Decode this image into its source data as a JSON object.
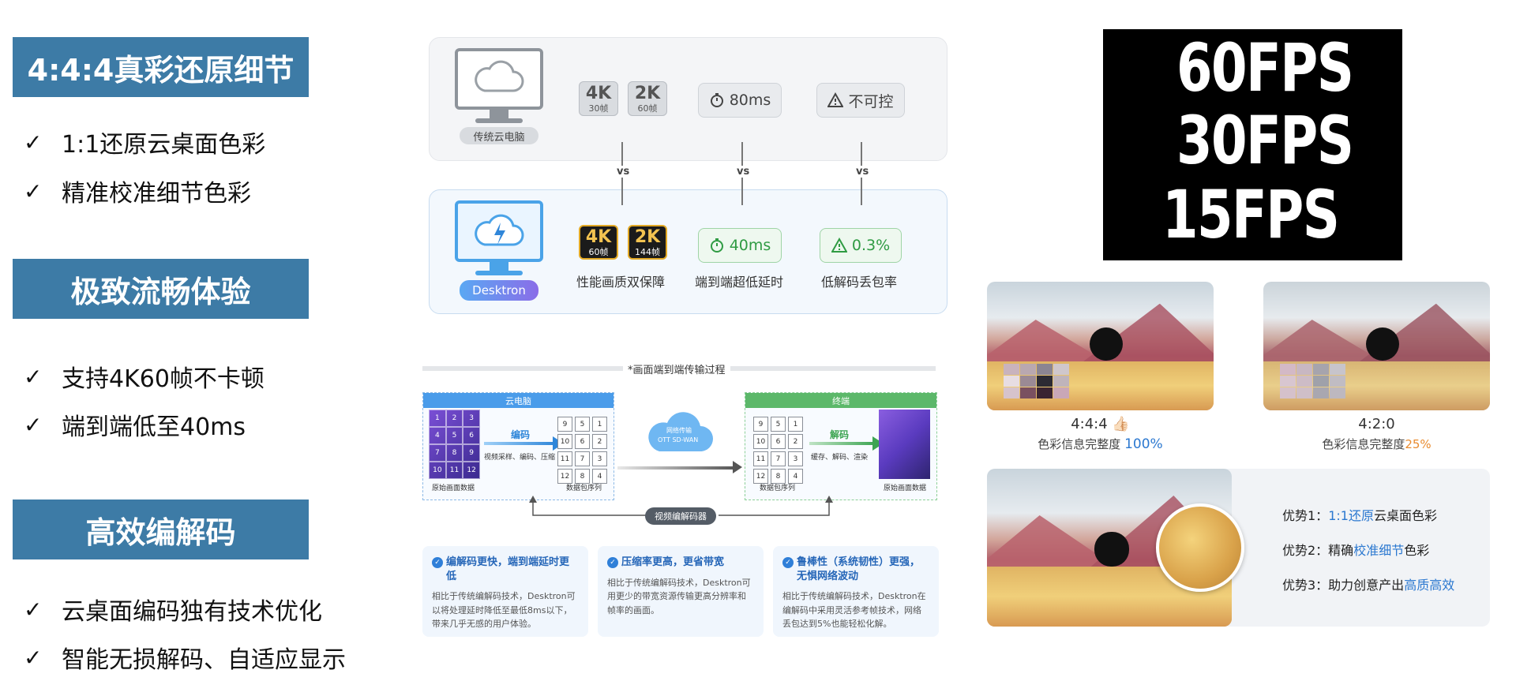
{
  "left": {
    "sections": [
      {
        "title": "4:4:4真彩还原细节",
        "items": [
          "1:1还原云桌面色彩",
          "精准校准细节色彩"
        ]
      },
      {
        "title": "极致流畅体验",
        "items": [
          "支持4K60帧不卡顿",
          "端到端低至40ms"
        ]
      },
      {
        "title": "高效编解码",
        "items": [
          "云桌面编码独有技术优化",
          "智能无损解码、自适应显示"
        ]
      }
    ],
    "tick": "✓"
  },
  "compare": {
    "traditional": {
      "label": "传统云电脑",
      "badges": [
        {
          "res": "4K",
          "fps": "30帧"
        },
        {
          "res": "2K",
          "fps": "60帧"
        }
      ],
      "latency": "80ms",
      "loss": "不可控"
    },
    "desktron": {
      "label": "Desktron",
      "badges": [
        {
          "res": "4K",
          "fps": "60帧"
        },
        {
          "res": "2K",
          "fps": "144帧"
        }
      ],
      "latency": "40ms",
      "loss": "0.3%",
      "captions": [
        "性能画质双保障",
        "端到端超低延时",
        "低解码丢包率"
      ]
    },
    "vs": "vs"
  },
  "pipeline": {
    "title": "*画面端到端传输过程",
    "cloud_pc": "云电脑",
    "terminal": "终端",
    "encode": "编码",
    "encode_sub": "视频采样、编码、压缩",
    "decode": "解码",
    "decode_sub": "缓存、解码、渲染",
    "network": "网络传输",
    "network_sub": "OTT SD-WAN",
    "raw_data": "原始画面数据",
    "packet_seq": "数据包序列",
    "codec": "视频编解码器",
    "src_grid": [
      "1",
      "2",
      "3",
      "4",
      "5",
      "6",
      "7",
      "8",
      "9",
      "10",
      "11",
      "12"
    ],
    "pkt_grid": [
      "9",
      "5",
      "1",
      "10",
      "6",
      "2",
      "11",
      "7",
      "3",
      "12",
      "8",
      "4"
    ]
  },
  "cards": [
    {
      "title": "编解码更快，端到端延时更低",
      "body": "相比于传统编解码技术，Desktron可以将处理延时降低至最低8ms以下，带来几乎无感的用户体验。"
    },
    {
      "title": "压缩率更高，更省带宽",
      "body": "相比于传统编解码技术，Desktron可用更少的带宽资源传输更高分辨率和帧率的画面。"
    },
    {
      "title": "鲁棒性（系统韧性）更强，无惧网络波动",
      "body": "相比于传统编解码技术，Desktron在编解码中采用灵活参考帧技术，网络丢包达到5%也能轻松化解。"
    }
  ],
  "fps": [
    "60FPS",
    "30FPS",
    "15FPS"
  ],
  "color": {
    "left_label": "4:4:4 👍🏻",
    "left_sub": "色彩信息完整度",
    "left_value": "100%",
    "right_label": "4:2:0",
    "right_sub": "色彩信息完整度",
    "right_value": "25%",
    "swatch_left": [
      "#c9b3bd",
      "#b9a8b0",
      "#8b8592",
      "#cfc7cc",
      "#e7dde2",
      "#9b8a95",
      "#2c2b33",
      "#bfb4bb",
      "#d6c3cc",
      "#7a5060",
      "#3a2431",
      "#c9a7b7"
    ],
    "swatch_right": [
      "#d3b9c6",
      "#c8b7c2",
      "#a6a4ad",
      "#c7c4cb",
      "#d8c6d0",
      "#cdbcc6",
      "#9fa1aa",
      "#c0bcc3",
      "#d5c1cb",
      "#cfbfc8",
      "#a9a7b0",
      "#bdb8bf"
    ]
  },
  "advantages": [
    {
      "prefix": "优势1：",
      "hl": "1:1还原",
      "suffix": "云桌面色彩"
    },
    {
      "prefix": "优势2：精确",
      "hl": "校准细节",
      "suffix": "色彩"
    },
    {
      "prefix": "优势3：助力创意产出",
      "hl": "高质高效",
      "suffix": ""
    }
  ]
}
